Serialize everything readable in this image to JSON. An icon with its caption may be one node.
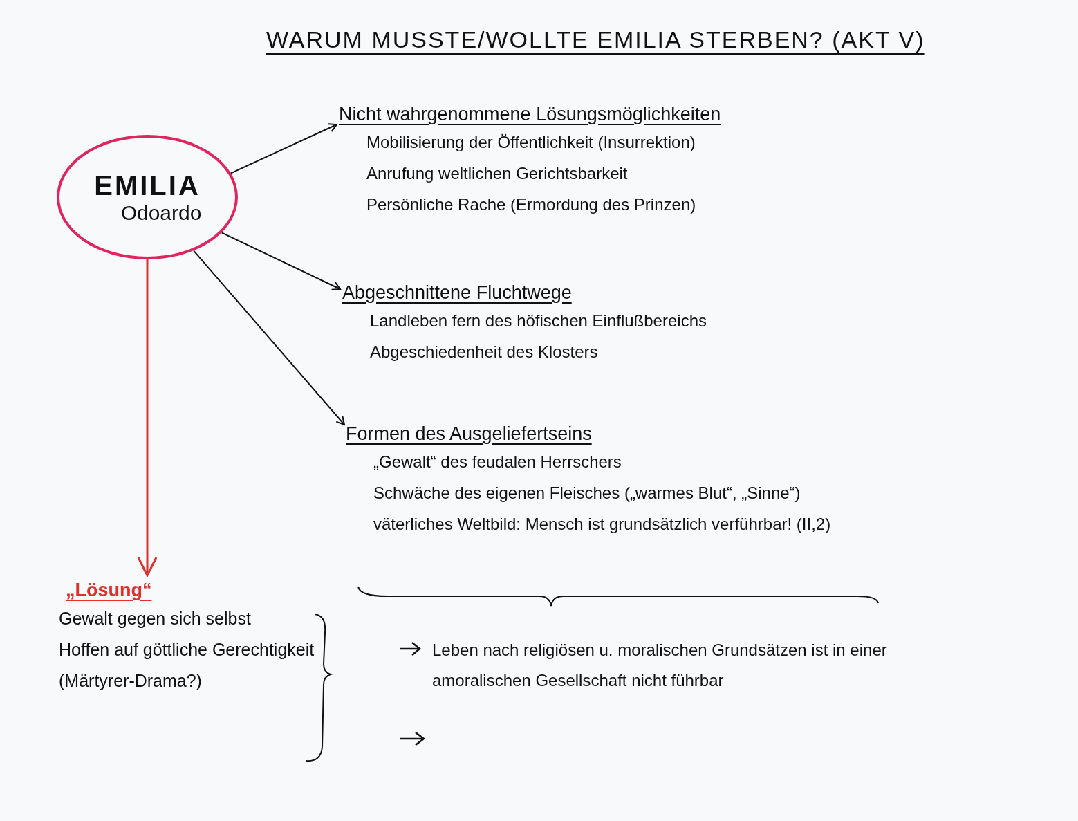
{
  "diagram": {
    "title": "WARUM MUSSTE/WOLLTE EMILIA STERBEN? (AKT V)",
    "nodes": [
      {
        "text": [
          "EMILIA",
          "Odoardo"
        ]
      },
      {
        "text": [
          "Nicht wahrgenommene Lösungsmöglichkeiten",
          "Mobilisierung der Öffentlichkeit (Insurrektion)",
          "Anrufung weltlichen Gerichtsbarkeit",
          "Persönliche Rache (Ermordung des Prinzen)"
        ]
      },
      {
        "text": [
          "Abgeschnittene Fluchtwege",
          "Landleben fern des höfischen Einflußbereichs",
          "Abgeschiedenheit des Klosters"
        ]
      },
      {
        "text": [
          "Formen des Ausgeliefertseins",
          "„Gewalt“ des feudalen Herrschers",
          "Schwäche des eigenen Fleisches („warmes Blut“, „Sinne“)",
          "väterliches Weltbild: Mensch ist grundsätzlich verführbar! (II,2)"
        ]
      },
      {
        "text": [
          "„Lösung“",
          "Gewalt gegen sich selbst",
          "Hoffen auf göttliche Gerechtigkeit",
          "(Märtyrer-Drama?)"
        ]
      }
    ],
    "edges": [
      {
        "from": 0,
        "to": 1,
        "arrow": "to"
      },
      {
        "from": 0,
        "to": 2,
        "arrow": "to"
      },
      {
        "from": 0,
        "to": 3,
        "arrow": "to"
      },
      {
        "from": 0,
        "to": 4,
        "arrow": "to",
        "color": "#e0302a"
      }
    ],
    "labels": [
      "Leben nach religiösen u. moralischen Grundsätzen ist in einer amoralischen Gesellschaft nicht führbar"
    ]
  }
}
